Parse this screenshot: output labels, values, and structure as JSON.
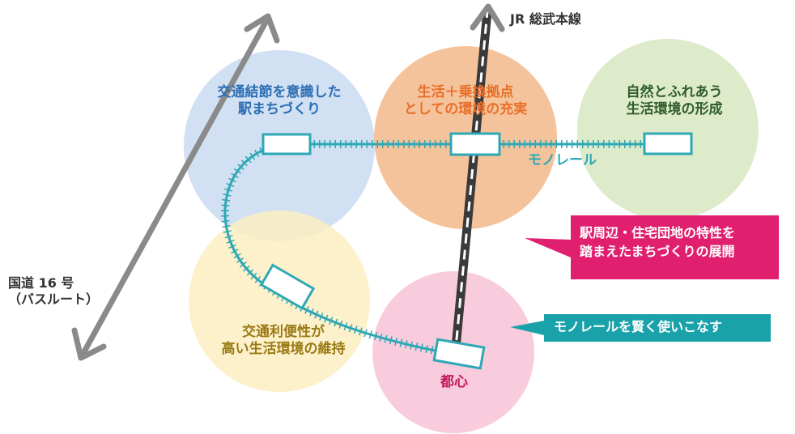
{
  "colors": {
    "blue_zone": "#c9daf0",
    "orange_zone": "#f3b98a",
    "green_zone": "#d7e8c2",
    "yellow_zone": "#fbefc2",
    "pink_zone": "#f7c3d6",
    "monorail": "#2ea8b4",
    "magenta_callout": "#e0206f",
    "teal_callout": "#1aa2ab",
    "arrow_gray": "#8a8a8a",
    "text_blue": "#2d6fb3",
    "text_orange": "#e8702a",
    "text_green": "#2f5d2a",
    "text_yellow": "#9a7a15",
    "text_magenta": "#c2185b",
    "text_dark": "#333333"
  },
  "rail_line": {
    "label": "JR 総武本線"
  },
  "highway": {
    "line1": "国道 16 号",
    "line2": "（バスルート）"
  },
  "monorail": {
    "label": "モノレール"
  },
  "zones": {
    "blue": {
      "line1": "交通結節を意識した",
      "line2": "駅まちづくり"
    },
    "orange": {
      "line1": "生活＋乗換拠点",
      "line2": "としての環境の充実"
    },
    "green": {
      "line1": "自然とふれあう",
      "line2": "生活環境の形成"
    },
    "yellow": {
      "line1": "交通利便性が",
      "line2": "高い生活環境の維持"
    },
    "pink": {
      "label": "都心"
    }
  },
  "callouts": {
    "magenta": {
      "line1": "駅周辺・住宅団地の特性を",
      "line2": "踏まえたまちづくりの展開"
    },
    "teal": {
      "label": "モノレールを賢く使いこなす"
    }
  },
  "icons": {
    "station": "station-box-icon",
    "arrow": "arrow-head-icon"
  }
}
